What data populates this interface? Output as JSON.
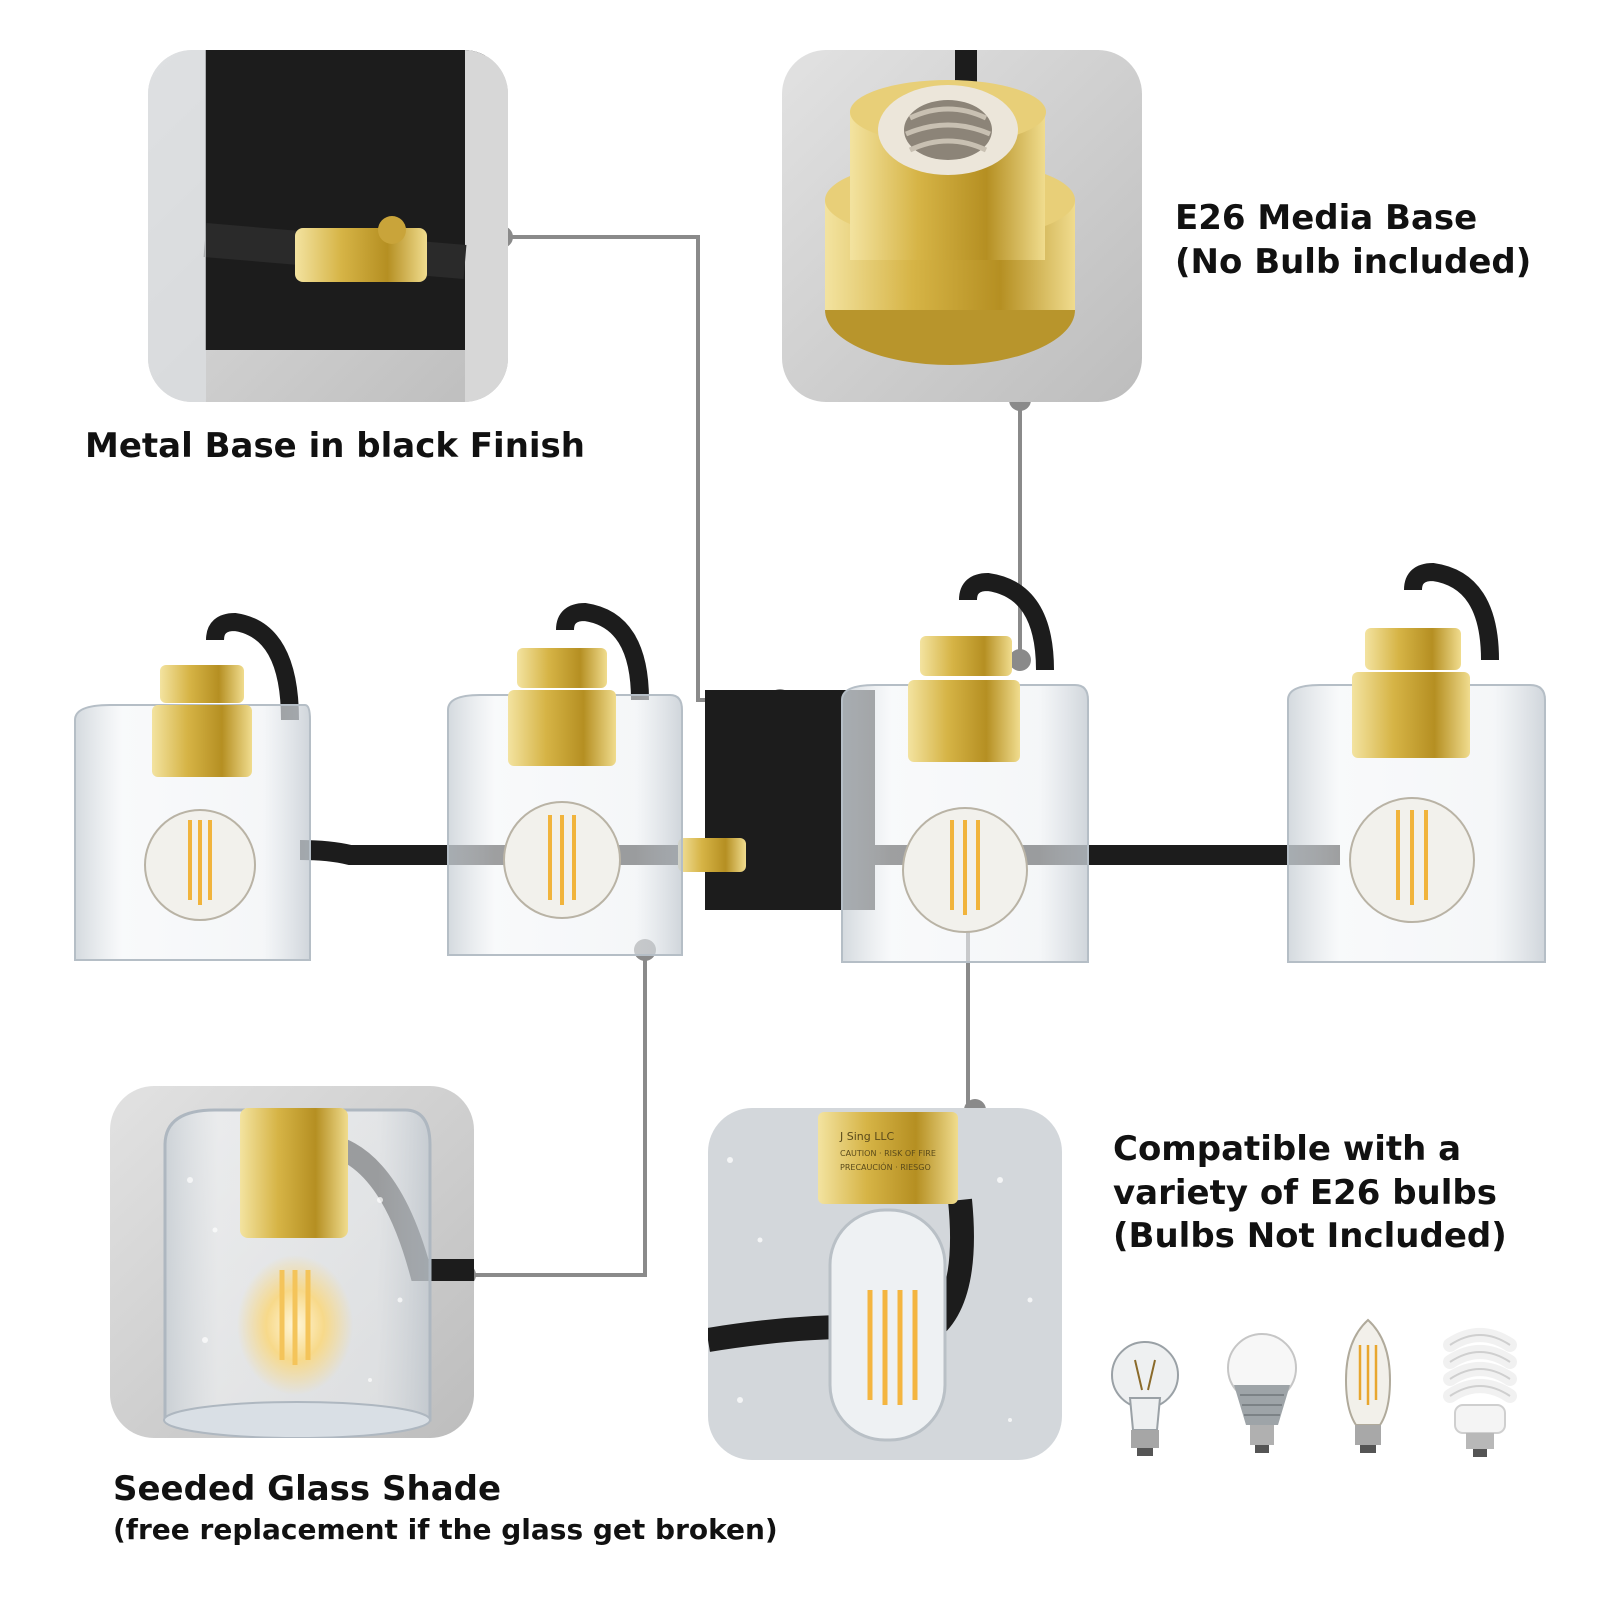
{
  "colors": {
    "black_finish": "#1c1c1c",
    "brass": "#d6b446",
    "glass": "#dde3e8",
    "connector": "#8a8a8a",
    "panel_bg": "#cfcfcf"
  },
  "callouts": {
    "metal_base": {
      "text": "Metal Base in black Finish"
    },
    "socket": {
      "line1": "E26 Media Base",
      "line2": "(No Bulb included)"
    },
    "shade": {
      "title": "Seeded Glass Shade",
      "note": "(free replacement if the glass get broken)"
    },
    "bulbs": {
      "line1": "Compatible with a",
      "line2": "variety of E26 bulbs",
      "line3": "(Bulbs Not Included)"
    }
  },
  "bulb_types": [
    {
      "icon": "incandescent-bulb-icon"
    },
    {
      "icon": "led-bulb-icon"
    },
    {
      "icon": "filament-bulb-icon"
    },
    {
      "icon": "cfl-spiral-bulb-icon"
    }
  ]
}
